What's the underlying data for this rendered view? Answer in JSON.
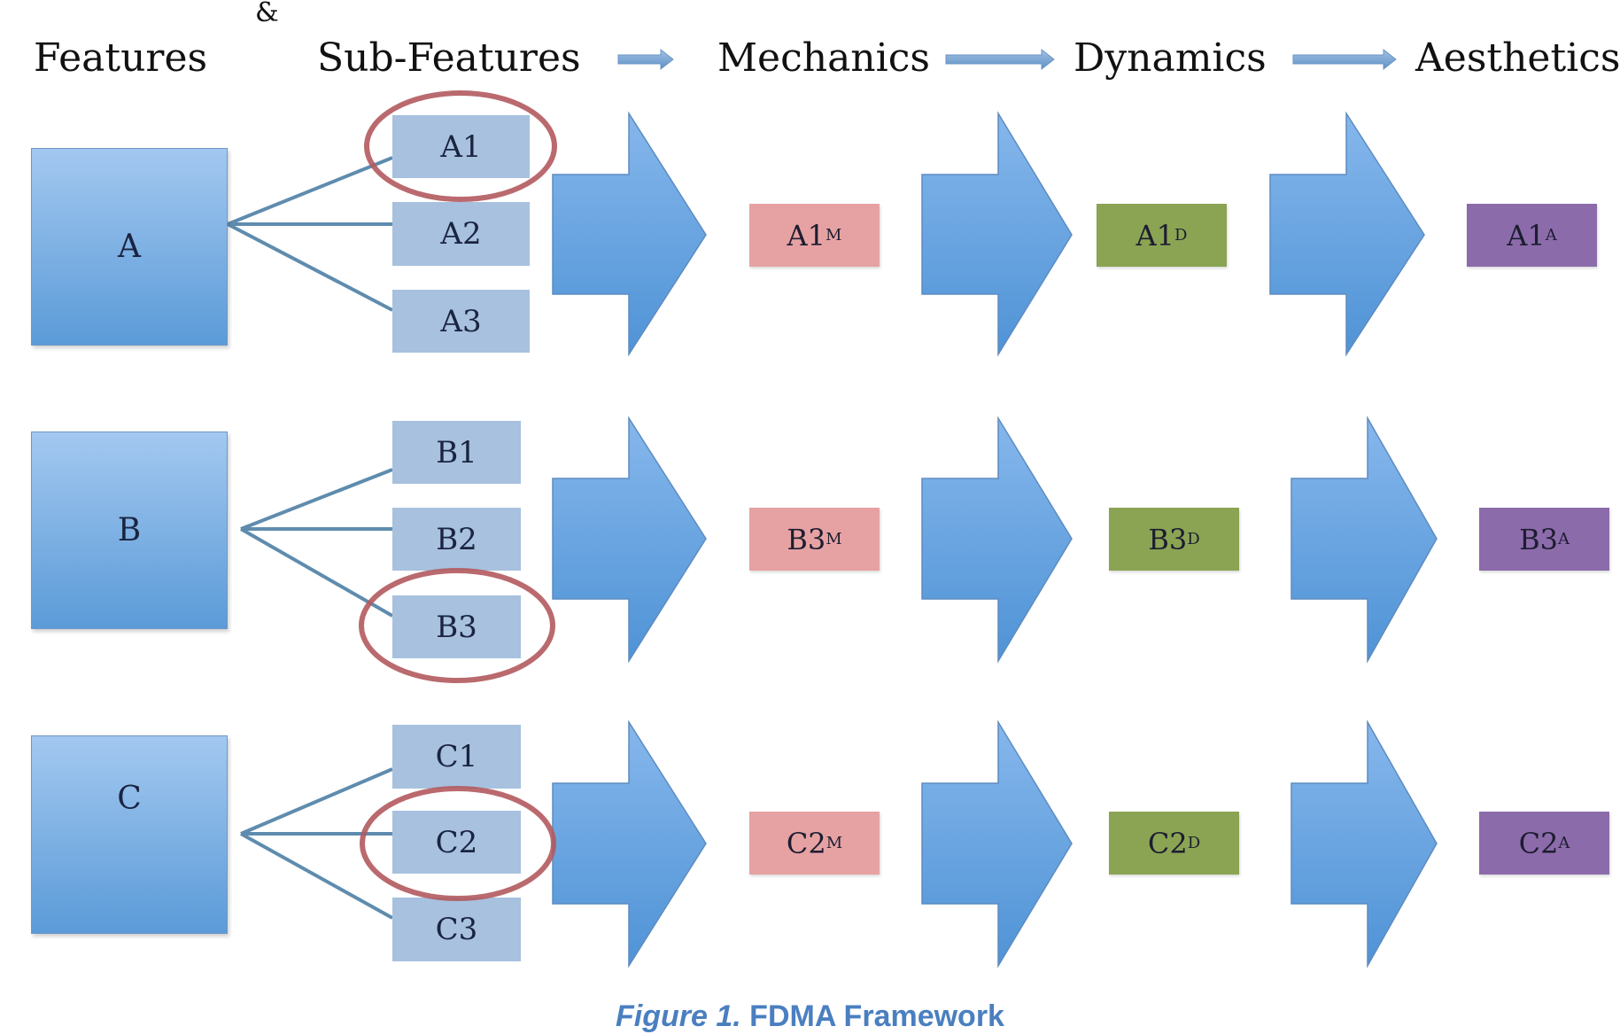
{
  "header": {
    "features": "Features",
    "ampersand": "&",
    "sub_features": "Sub-Features",
    "mechanics": "Mechanics",
    "dynamics": "Dynamics",
    "aesthetics": "Aesthetics"
  },
  "colors": {
    "feature_box": "#5b9bd8",
    "sub_feature_box": "#a7c1df",
    "big_arrow": "#5d9fde",
    "mechanics_box": "#e6a2a3",
    "dynamics_box": "#8aa453",
    "aesthetics_box": "#8c6bab",
    "highlight_ellipse": "#b25a5e",
    "caption": "#4a7fc0"
  },
  "rows": [
    {
      "feature": "A",
      "sub_features": [
        "A1",
        "A2",
        "A3"
      ],
      "selected_index": 0,
      "mechanics": {
        "base": "A1",
        "suffix": "M"
      },
      "dynamics": {
        "base": "A1",
        "suffix": "D"
      },
      "aesthetics": {
        "base": "A1",
        "suffix": "A"
      }
    },
    {
      "feature": "B",
      "sub_features": [
        "B1",
        "B2",
        "B3"
      ],
      "selected_index": 2,
      "mechanics": {
        "base": "B3",
        "suffix": "M"
      },
      "dynamics": {
        "base": "B3",
        "suffix": "D"
      },
      "aesthetics": {
        "base": "B3",
        "suffix": "A"
      }
    },
    {
      "feature": "C",
      "sub_features": [
        "C1",
        "C2",
        "C3"
      ],
      "selected_index": 1,
      "mechanics": {
        "base": "C2",
        "suffix": "M"
      },
      "dynamics": {
        "base": "C2",
        "suffix": "D"
      },
      "aesthetics": {
        "base": "C2",
        "suffix": "A"
      }
    }
  ],
  "caption": {
    "figure_label": "Figure 1.",
    "title": "FDMA Framework"
  }
}
